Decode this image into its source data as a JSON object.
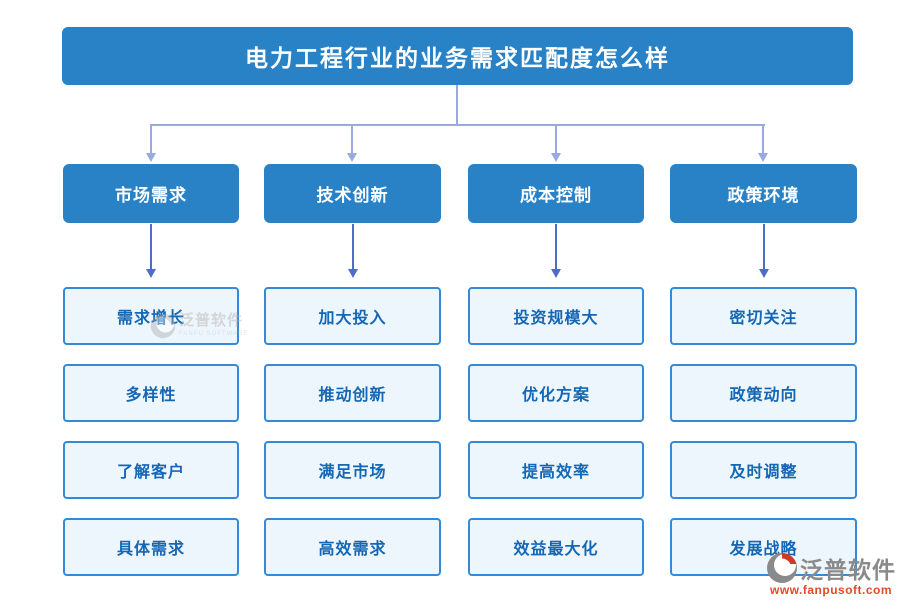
{
  "page": {
    "title": "电力工程行业的业务需求匹配度怎么样"
  },
  "colors": {
    "primary_blue": "#2a82c6",
    "child_fill": "#eef6fd",
    "child_border": "#3489d8",
    "child_text": "#1467b4",
    "tree_line": "#9aaade",
    "branch_line": "#4e6ec6",
    "logo_gray": "#8a8a8a",
    "logo_red": "#cf3a28",
    "logo_url_orange": "#e2492a"
  },
  "branches": [
    {
      "label": "市场需求",
      "children": [
        "需求增长",
        "多样性",
        "了解客户",
        "具体需求"
      ]
    },
    {
      "label": "技术创新",
      "children": [
        "加大投入",
        "推动创新",
        "满足市场",
        "高效需求"
      ]
    },
    {
      "label": "成本控制",
      "children": [
        "投资规模大",
        "优化方案",
        "提高效率",
        "效益最大化"
      ]
    },
    {
      "label": "政策环境",
      "children": [
        "密切关注",
        "政策动向",
        "及时调整",
        "发展战略"
      ]
    }
  ],
  "watermark": {
    "brand": "泛普软件",
    "brand_en": "FANPU SOFTWARE"
  },
  "logo": {
    "brand": "泛普软件",
    "url": "www.fanpusoft.com"
  }
}
